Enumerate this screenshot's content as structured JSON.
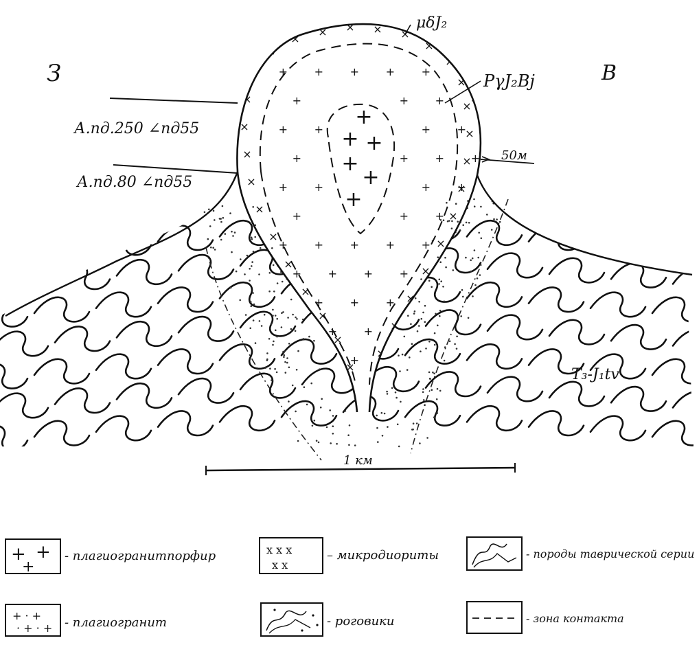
{
  "labels": {
    "west": "З",
    "east": "В",
    "top_unit": "μδJ₂",
    "intrusion_unit": "PγJ₂Bj",
    "elevation_upper": "А.пд.250 ∠пд55",
    "elevation_lower": "А.пд.80 ∠пд55",
    "contact_width": "50м",
    "host_unit": "T₃-J₁tv",
    "scale": "1 км"
  },
  "legend": [
    {
      "symbol": "plagiogranite-porphyry",
      "label": "- плагиогранитпорфир"
    },
    {
      "symbol": "microdiorite",
      "label": "– микродиориты"
    },
    {
      "symbol": "taurian-series",
      "label": "- породы таврической серии"
    },
    {
      "symbol": "plagiogranite",
      "label": "- плагиогранит"
    },
    {
      "symbol": "hornfels",
      "label": "- роговики"
    },
    {
      "symbol": "contact-zone",
      "label": "- зона контакта"
    }
  ],
  "colors": {
    "ink": "#111111",
    "paper": "#ffffff"
  }
}
